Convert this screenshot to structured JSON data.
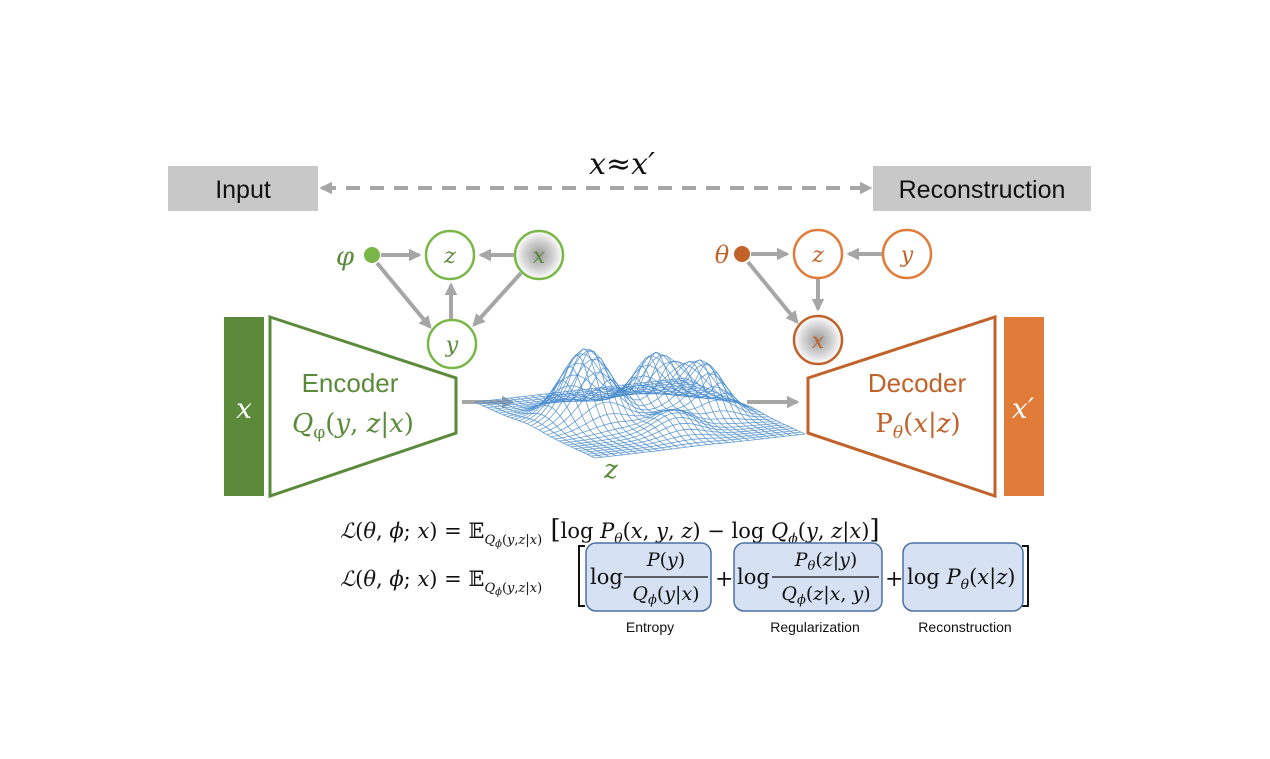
{
  "colors": {
    "green": "#5a8a3a",
    "green_light": "#7ab648",
    "orange": "#e07b39",
    "orange_dark": "#c0622a",
    "gray_box": "#c8c8c8",
    "arrow_gray": "#a6a6a6",
    "surface_blue": "#4a8ccc",
    "term_fill": "#d6e2f3",
    "term_stroke": "#4a6fa5"
  },
  "top": {
    "input_label": "Input",
    "reconstruction_label": "Reconstruction",
    "approx_label": "x≈x′"
  },
  "encoder": {
    "input_bar_label": "x",
    "title": "Encoder",
    "formula": "Qφ(y, z|x)",
    "graph": {
      "param_label": "φ",
      "nodes": [
        "z",
        "x",
        "y"
      ]
    }
  },
  "latent": {
    "label": "z"
  },
  "decoder": {
    "output_bar_label": "x′",
    "title": "Decoder",
    "formula": "Pθ(x|z)",
    "graph": {
      "param_label": "θ",
      "nodes": [
        "z",
        "y",
        "x"
      ]
    }
  },
  "equations": {
    "line1": "ℒ(θ, ϕ; x) = 𝔼Qϕ(y,z|x) [log Pθ(x, y, z) − log Qϕ(y, z|x)]",
    "line2_lhs": "ℒ(θ, ϕ; x) = 𝔼Qϕ(y,z|x)",
    "term_entropy": "log P(y) / Qϕ(y|x)",
    "term_regularization": "log Pθ(z|y) / Qϕ(z|x, y)",
    "term_reconstruction": "log Pθ(x|z)",
    "labels": [
      "Entropy",
      "Regularization",
      "Reconstruction"
    ]
  }
}
